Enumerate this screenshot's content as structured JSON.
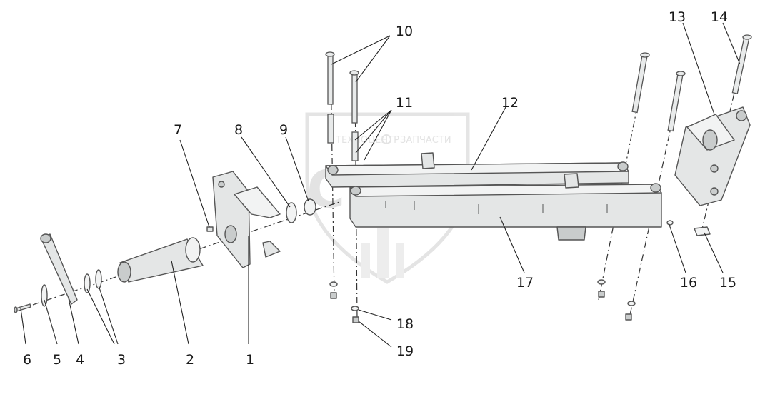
{
  "watermark": {
    "company": "ТЕХНОЦЕНТР",
    "section": "ЗАПЧАСТИ",
    "logo": "СПФ"
  },
  "callouts": [
    "1",
    "2",
    "3",
    "4",
    "5",
    "6",
    "7",
    "8",
    "9",
    "10",
    "11",
    "12",
    "13",
    "14",
    "15",
    "16",
    "17",
    "18",
    "19"
  ]
}
